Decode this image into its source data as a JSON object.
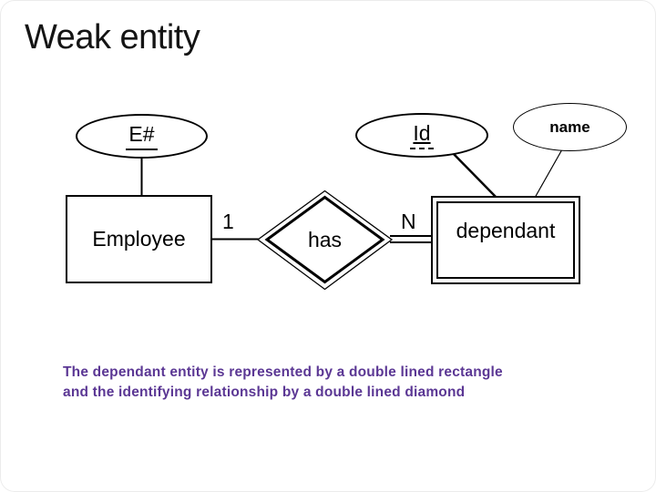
{
  "slide": {
    "title": "Weak entity",
    "caption": {
      "line1": "The dependant entity is represented by a double lined rectangle",
      "line2": "and the identifying relationship by a double lined diamond",
      "color": "#5b3794"
    }
  },
  "diagram": {
    "attribute_e_number": "E#",
    "attribute_id": "Id",
    "attribute_name": "name",
    "entity_employee": "Employee",
    "entity_dependant": "dependant",
    "relationship_has": "has",
    "cardinality_one": "1",
    "cardinality_n": "N",
    "line_color": "#000000"
  }
}
